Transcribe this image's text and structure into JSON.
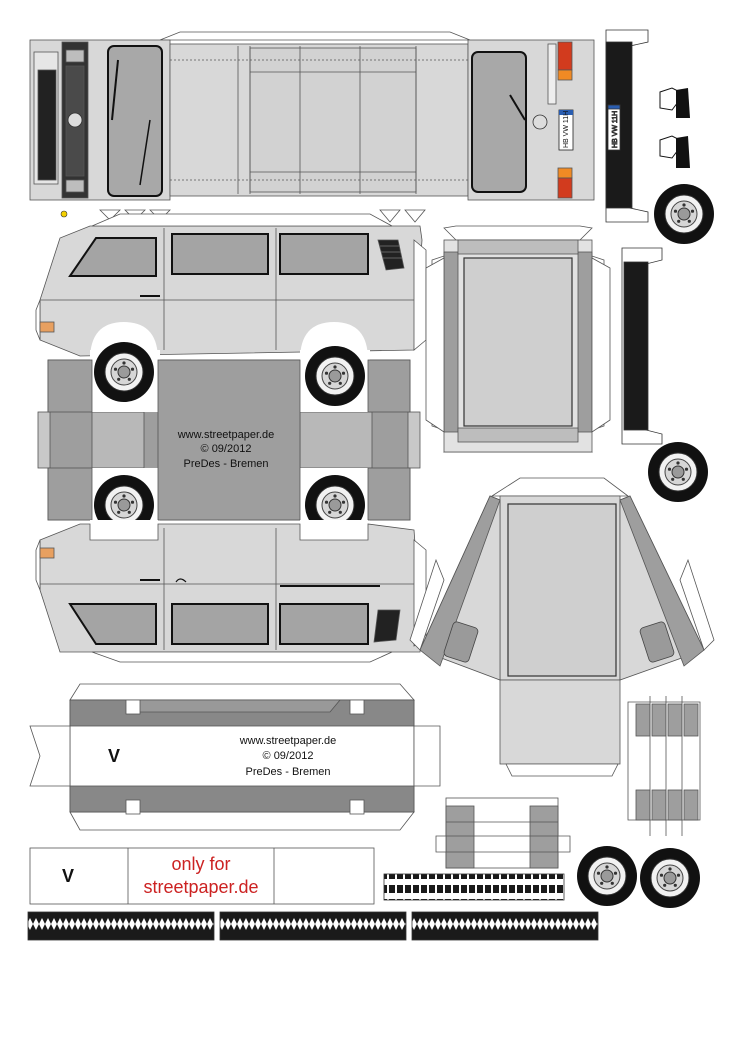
{
  "credit_center": {
    "url": "www.streetpaper.de",
    "copyright": "© 09/2012",
    "author": "PreDes - Bremen"
  },
  "credit_bottom": {
    "url": "www.streetpaper.de",
    "copyright": "© 09/2012",
    "author": "PreDes - Bremen"
  },
  "floor_mark": "V",
  "strip_mark": "V",
  "notice": {
    "line1": "only for",
    "line2": "streetpaper.de"
  },
  "plates": {
    "front": "HB VW 11H",
    "rear": "HB VW 11H"
  },
  "colors": {
    "body": "#d4d4d4",
    "panel_dark": "#9c9c9c",
    "window": "#a4a4a4",
    "outline": "#555555",
    "black": "#1a1a1a",
    "notice_red": "#cc2222",
    "taillight_red": "#d23b1e",
    "indicator_orange": "#f08a24",
    "plate_blue": "#2a5db0"
  },
  "icons": [
    "vw-logo-icon",
    "wheel-icon",
    "windshield-wiper-icon",
    "mirror-icon",
    "tire-tread-icon"
  ]
}
